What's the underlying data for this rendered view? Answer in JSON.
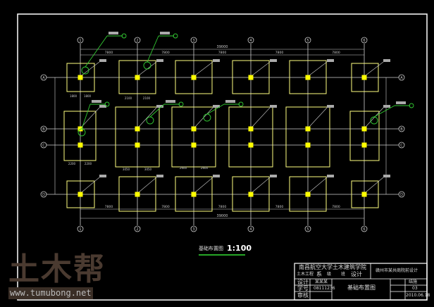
{
  "drawing": {
    "title": "基础布置图",
    "scale": "1:100",
    "columns": [
      "1",
      "2",
      "3",
      "4",
      "5",
      "6"
    ],
    "rows": [
      "A",
      "B",
      "C",
      "D"
    ],
    "overall_dim": "39000",
    "bay_dim": "7800",
    "footing_dims": {
      "edge": "1800",
      "edge_mid": "2200",
      "inner_mid": "3050",
      "inner_mid2": "2600",
      "inner": "2100"
    },
    "colors": {
      "grid": "#d0d0d0",
      "footing": "#ffff80",
      "column": "#ffff00",
      "leader": "#33cc33",
      "frame": "#ffffff"
    }
  },
  "title_block": {
    "school": "南昌航空大学土木建筑学院",
    "dept_row": [
      "土木工程",
      "系",
      "级",
      "班",
      "设计"
    ],
    "project": "赣州市某共商院前设计",
    "rows": [
      {
        "label": "设计",
        "value": "某某某",
        "extra": "结施"
      },
      {
        "label": "学号",
        "value": "08111236",
        "extra": "03"
      },
      {
        "label": "审核",
        "value": "",
        "extra": "2010.06.18"
      }
    ],
    "sheet": "基础布置图"
  },
  "watermark": {
    "logo": "土木帮",
    "url": "www.tumubong.net"
  }
}
